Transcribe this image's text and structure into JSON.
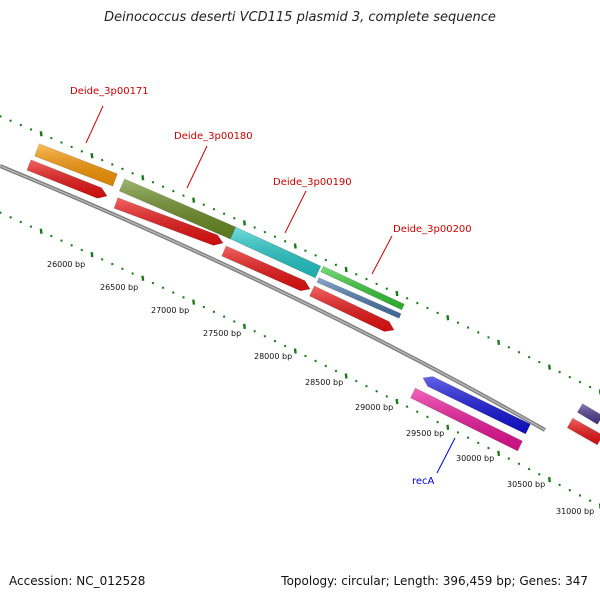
{
  "title": "Deinococcus deserti VCD115 plasmid 3, complete sequence",
  "footer": {
    "accession": "Accession: NC_012528",
    "topology": "Topology: circular; Length: 396,459 bp; Genes: 347"
  },
  "colors": {
    "backbone": "#808080",
    "tick": "#1a7a1a",
    "callout_red": "#cc0000",
    "callout_blue": "#0000cc"
  },
  "scale_labels": [
    "26000 bp",
    "26500 bp",
    "27000 bp",
    "27500 bp",
    "28000 bp",
    "28500 bp",
    "29000 bp",
    "29500 bp",
    "30000 bp",
    "30500 bp",
    "31000 bp"
  ],
  "gene_labels": [
    {
      "text": "Deide_3p00171",
      "color": "#cc0000"
    },
    {
      "text": "Deide_3p00180",
      "color": "#cc0000"
    },
    {
      "text": "Deide_3p00190",
      "color": "#cc0000"
    },
    {
      "text": "Deide_3p00200",
      "color": "#cc0000"
    },
    {
      "text": "recA",
      "color": "#0000cc"
    }
  ],
  "features": [
    {
      "name": "orange-gene",
      "color": "#ff9900"
    },
    {
      "name": "olive-gene",
      "color": "#6b8e23"
    },
    {
      "name": "cyan-gene",
      "color": "#22cccc"
    },
    {
      "name": "green-gene",
      "color": "#33cc33"
    },
    {
      "name": "steelblue-gene",
      "color": "#4a7ab0"
    },
    {
      "name": "blue-gene",
      "color": "#1111dd"
    },
    {
      "name": "magenta-gene",
      "color": "#ee1199"
    },
    {
      "name": "purple-gene",
      "color": "#4b3b8f"
    },
    {
      "name": "red-cds",
      "color": "#ee1111"
    }
  ]
}
